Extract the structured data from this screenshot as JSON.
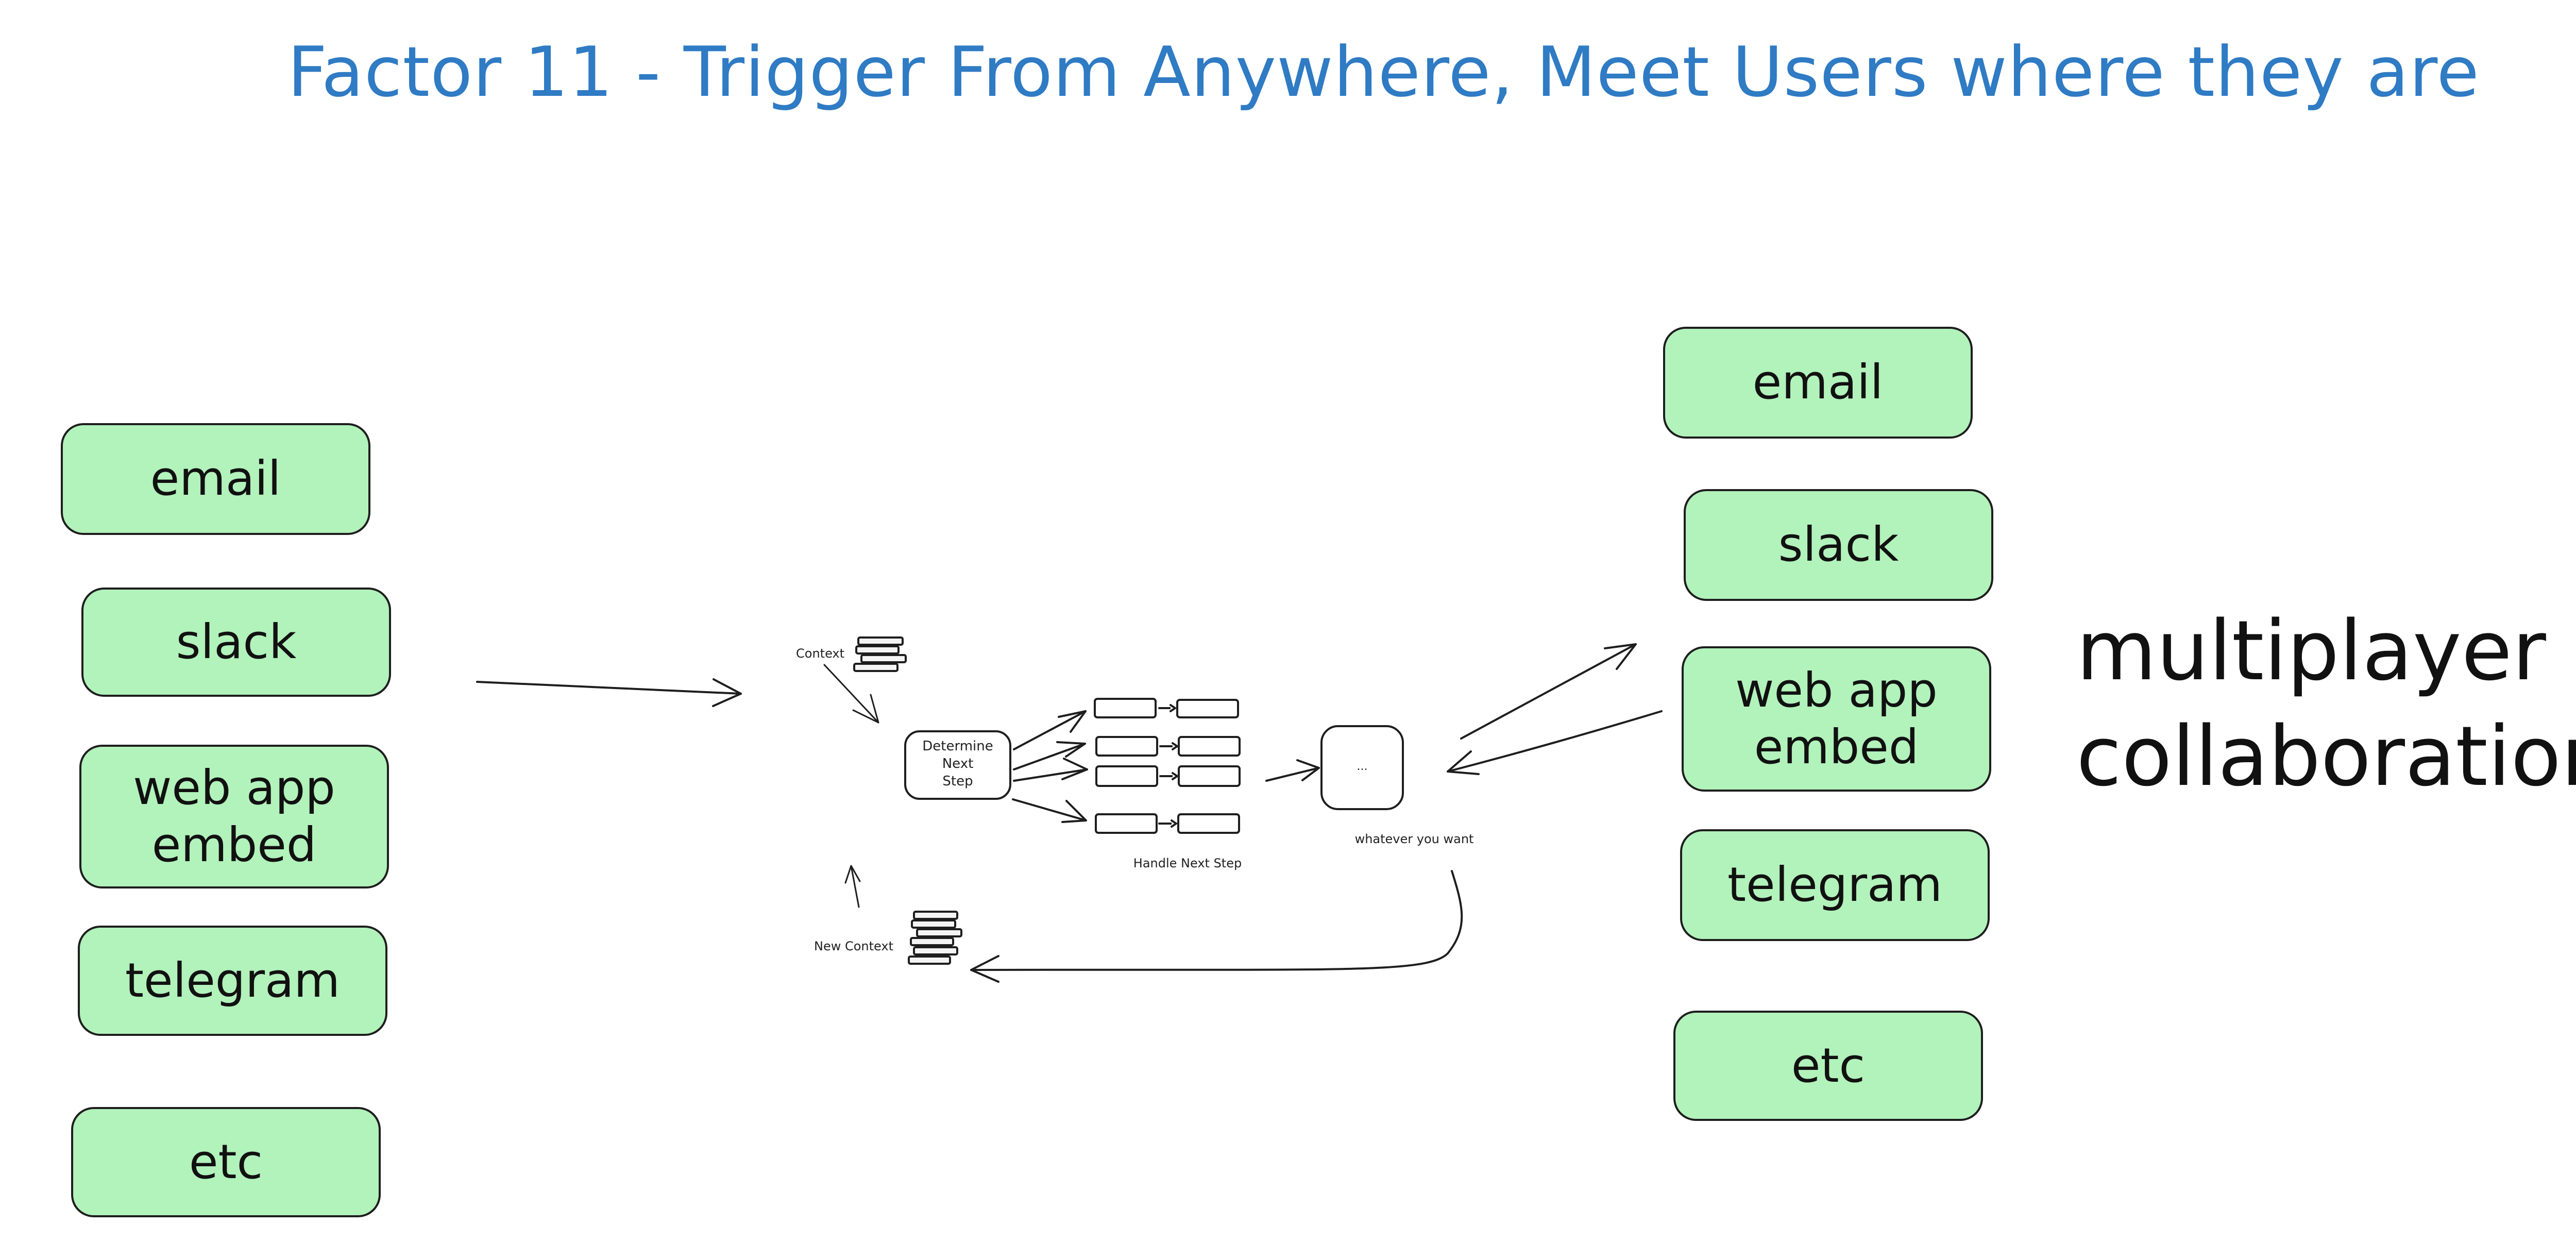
{
  "title": "Factor 11 - Trigger From Anywhere, Meet Users where they are",
  "input_channels": [
    {
      "label": "email"
    },
    {
      "label": "slack"
    },
    {
      "label": "web app embed"
    },
    {
      "label": "telegram"
    },
    {
      "label": "etc"
    }
  ],
  "output_channels": [
    {
      "label": "email"
    },
    {
      "label": "slack"
    },
    {
      "label": "web app embed"
    },
    {
      "label": "telegram"
    },
    {
      "label": "etc"
    }
  ],
  "agent_loop": {
    "context_label": "Context",
    "determine_label_lines": [
      "Determine",
      "Next",
      "Step"
    ],
    "handle_label": "Handle Next Step",
    "result_box_label": "...",
    "result_caption": "whatever you want",
    "new_context_label": "New Context"
  },
  "side_note_lines": [
    "multiplayer",
    "collaboration"
  ],
  "colors": {
    "title": "#2f7bc4",
    "channel_fill": "#b2f2bb",
    "stroke": "#1e1e1e"
  }
}
